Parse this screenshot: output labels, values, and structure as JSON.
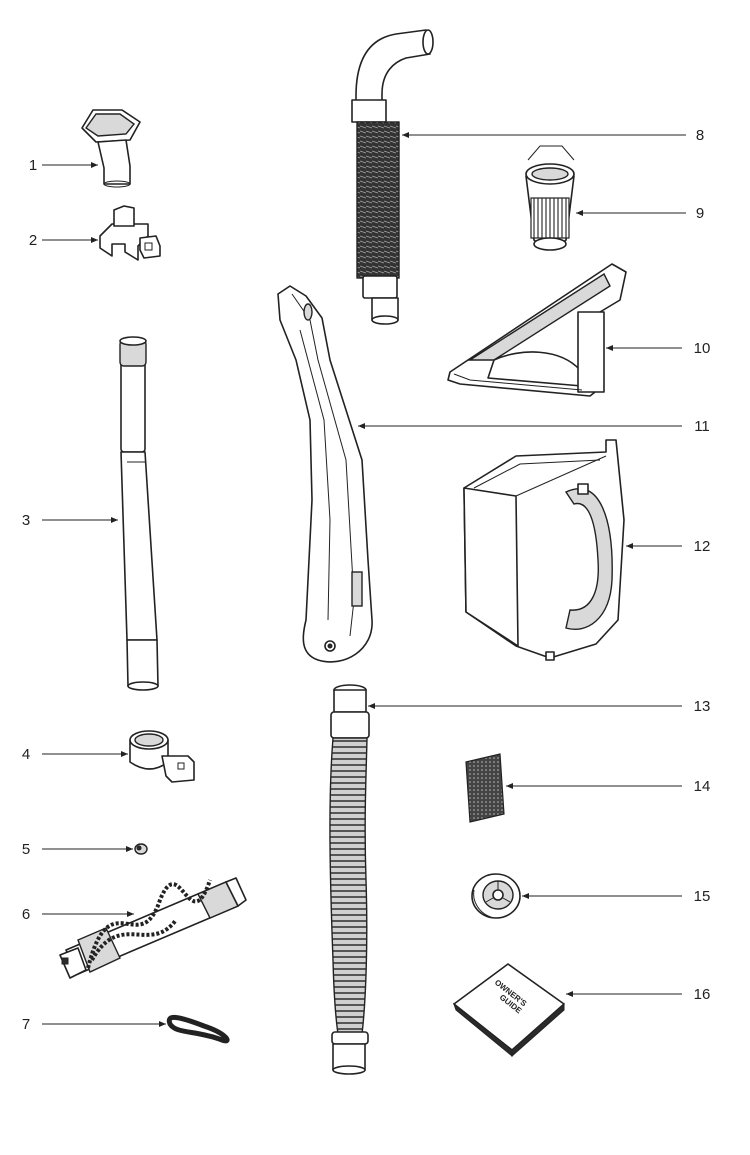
{
  "callouts": [
    {
      "num": "1"
    },
    {
      "num": "2"
    },
    {
      "num": "3"
    },
    {
      "num": "4"
    },
    {
      "num": "5"
    },
    {
      "num": "6"
    },
    {
      "num": "7"
    },
    {
      "num": "8"
    },
    {
      "num": "9"
    },
    {
      "num": "10"
    },
    {
      "num": "11"
    },
    {
      "num": "12"
    },
    {
      "num": "13"
    },
    {
      "num": "14"
    },
    {
      "num": "15"
    },
    {
      "num": "16"
    }
  ],
  "guide_book": {
    "line1": "OWNER'S",
    "line2": "GUIDE"
  }
}
